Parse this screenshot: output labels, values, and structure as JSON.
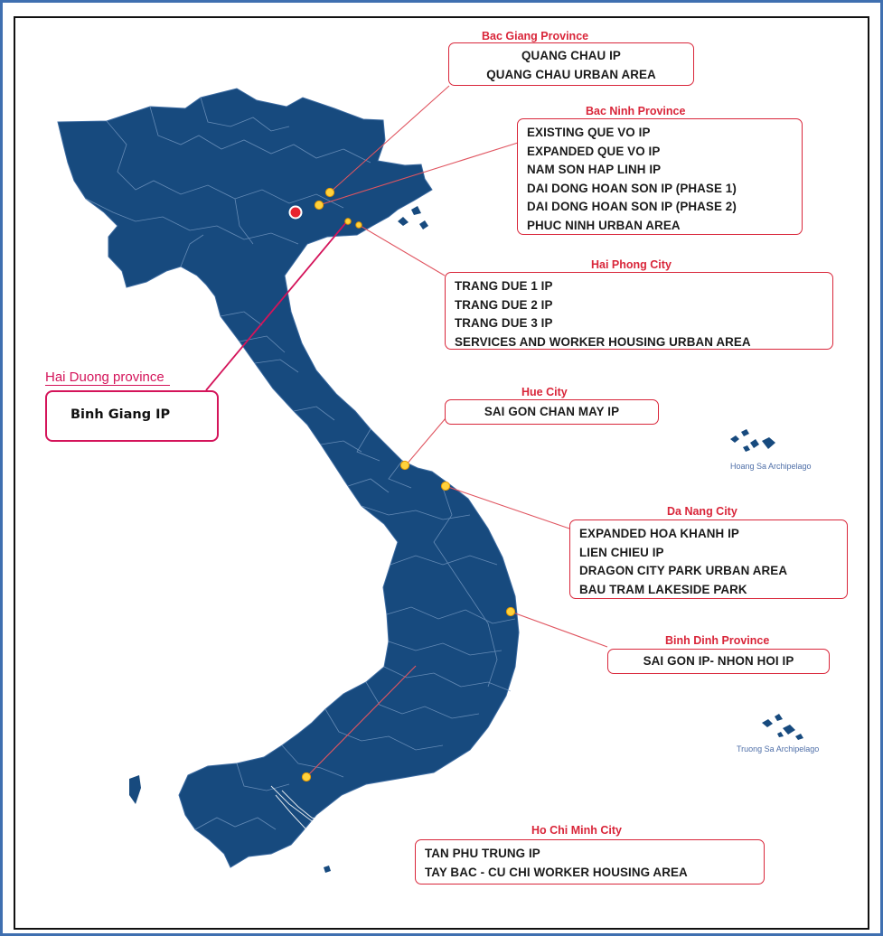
{
  "colors": {
    "land": "#174a7e",
    "accent": "#d9263a",
    "hai_duong": "#d4145a",
    "marker": "#ffd23c"
  },
  "regions": [
    {
      "key": "bac_giang",
      "title": "Bac Giang Province",
      "items": [
        "QUANG CHAU IP",
        "QUANG CHAU URBAN AREA"
      ]
    },
    {
      "key": "bac_ninh",
      "title": "Bac Ninh Province",
      "items": [
        "EXISTING QUE VO IP",
        "EXPANDED QUE VO IP",
        "NAM SON HAP LINH IP",
        "DAI DONG HOAN SON IP (PHASE 1)",
        "DAI DONG HOAN SON IP (PHASE 2)",
        "PHUC NINH URBAN AREA"
      ]
    },
    {
      "key": "hai_phong",
      "title": "Hai Phong City",
      "items": [
        "TRANG DUE 1 IP",
        "TRANG DUE 2 IP",
        "TRANG DUE 3 IP",
        "SERVICES AND WORKER HOUSING URBAN AREA"
      ]
    },
    {
      "key": "hue",
      "title": "Hue City",
      "items": [
        "SAI GON CHAN MAY IP"
      ]
    },
    {
      "key": "da_nang",
      "title": "Da Nang City",
      "items": [
        "EXPANDED HOA KHANH IP",
        "LIEN CHIEU IP",
        "DRAGON CITY PARK URBAN AREA",
        "BAU TRAM LAKESIDE PARK"
      ]
    },
    {
      "key": "binh_dinh",
      "title": "Binh Dinh Province",
      "items": [
        "SAI GON IP- NHON HOI IP"
      ]
    },
    {
      "key": "hcmc",
      "title": "Ho Chi Minh City",
      "items": [
        "TAN PHU TRUNG IP",
        "TAY BAC - CU CHI WORKER HOUSING AREA"
      ]
    }
  ],
  "hai_duong": {
    "title": "Hai Duong province",
    "item": "Binh Giang IP"
  },
  "archipelagos": {
    "hoang_sa": "Hoang Sa Archipelago",
    "truong_sa": "Truong Sa Archipelago"
  }
}
